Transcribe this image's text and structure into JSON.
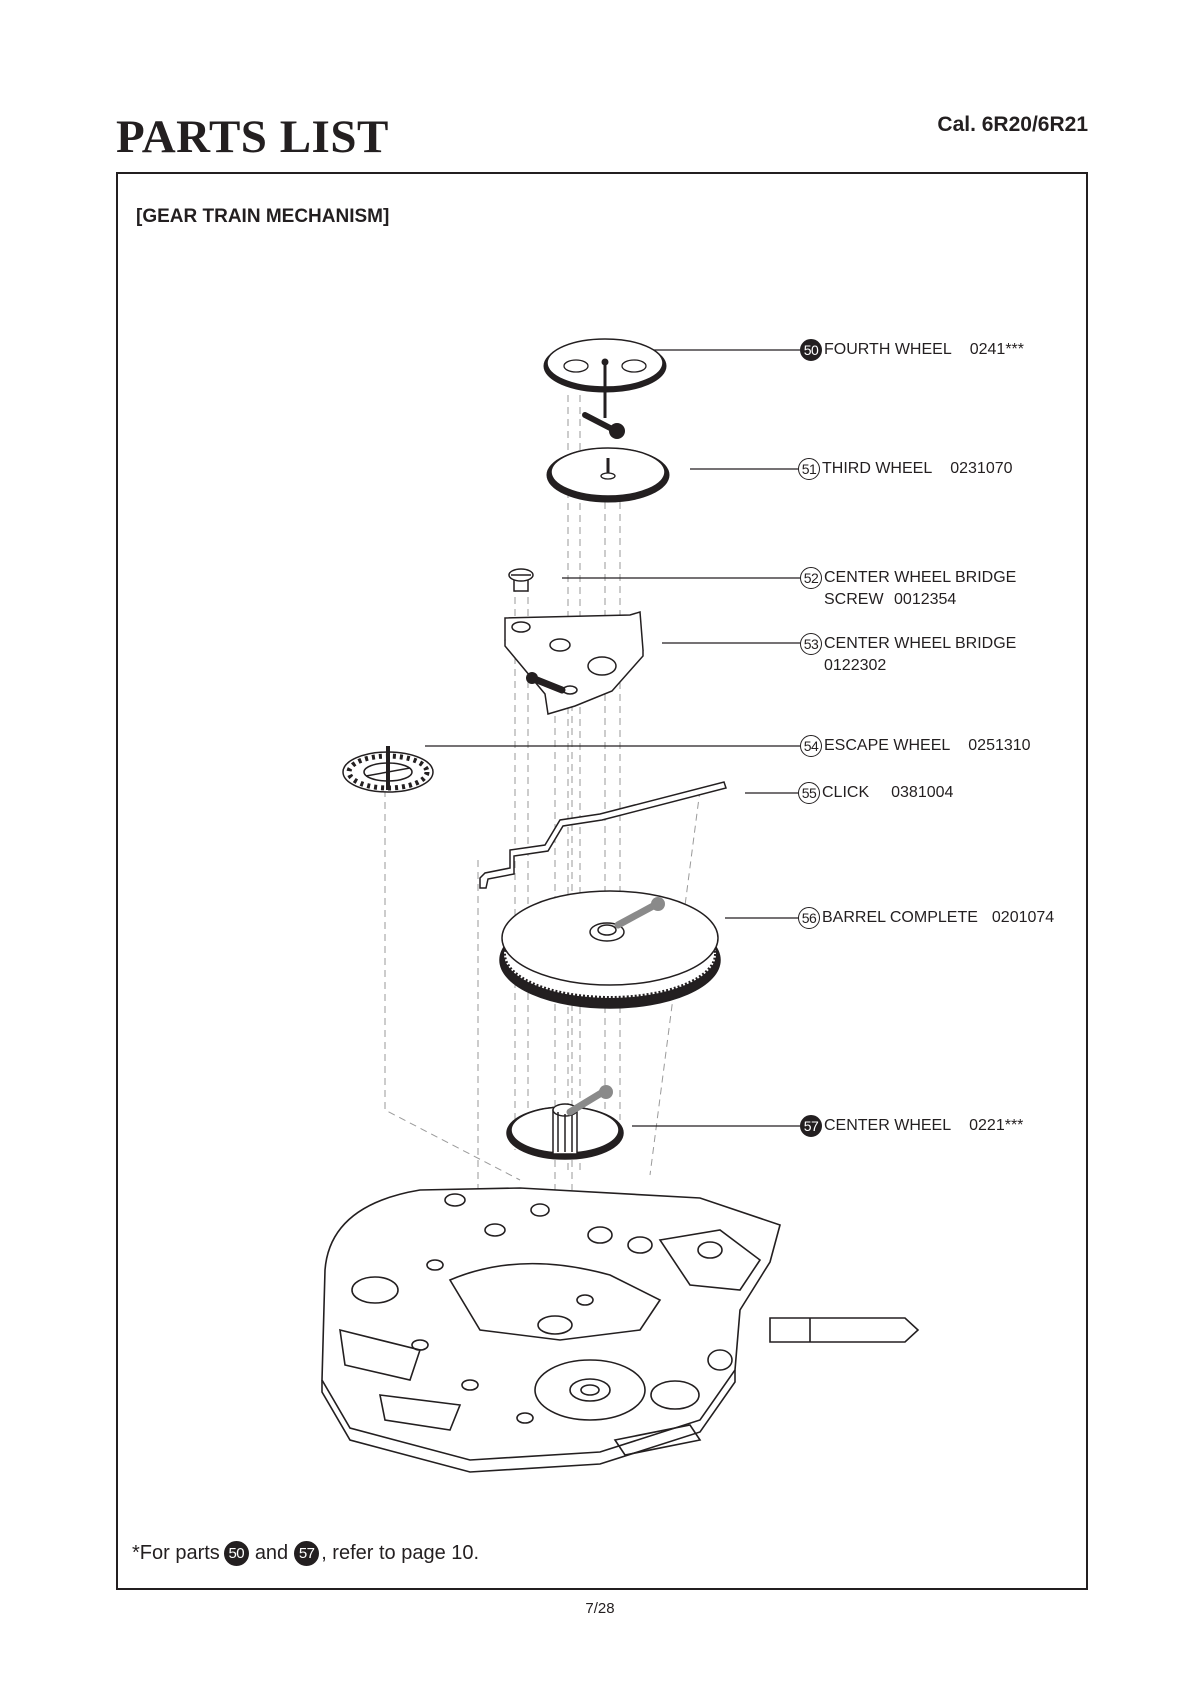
{
  "header": {
    "title": "PARTS LIST",
    "caliber": "Cal. 6R20/6R21"
  },
  "section_title": "[GEAR TRAIN MECHANISM]",
  "parts": [
    {
      "number": "50",
      "style": "solid",
      "name": "FOURTH WHEEL",
      "code": "0241***"
    },
    {
      "number": "51",
      "style": "outline",
      "name": "THIRD WHEEL",
      "code": "0231070"
    },
    {
      "number": "52",
      "style": "outline",
      "name": "CENTER WHEEL BRIDGE",
      "name_line2": "SCREW",
      "code": "0012354"
    },
    {
      "number": "53",
      "style": "outline",
      "name": "CENTER WHEEL BRIDGE",
      "code": "0122302"
    },
    {
      "number": "54",
      "style": "outline",
      "name": "ESCAPE WHEEL",
      "code": "0251310"
    },
    {
      "number": "55",
      "style": "outline",
      "name": "CLICK",
      "code": "0381004"
    },
    {
      "number": "56",
      "style": "outline",
      "name": "BARREL COMPLETE",
      "code": "0201074"
    },
    {
      "number": "57",
      "style": "solid",
      "name": "CENTER WHEEL",
      "code": "0221***"
    }
  ],
  "footnote": {
    "prefix": "*For parts",
    "ref1": "50",
    "and": "and",
    "ref2": "57",
    "suffix": ", refer to page 10."
  },
  "page_number": "7/28"
}
